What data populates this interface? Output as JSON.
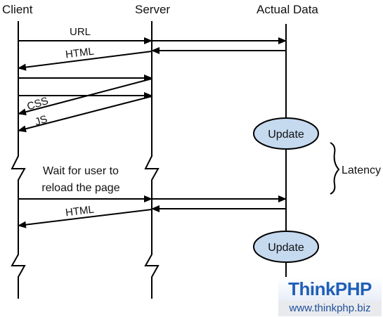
{
  "columns": {
    "client": "Client",
    "server": "Server",
    "actual_data": "Actual Data"
  },
  "messages": {
    "url": "URL",
    "html_1": "HTML",
    "css": "CSS",
    "js": "JS",
    "wait_line1": "Wait for user to",
    "wait_line2": "reload the page",
    "html_2": "HTML"
  },
  "update_nodes": [
    "Update",
    "Update"
  ],
  "latency_label": "Latency",
  "watermark": {
    "title": "ThinkPHP",
    "url": "www.thinkphp.biz"
  },
  "colors": {
    "update_fill": "#c5d9ef",
    "line": "#000000",
    "watermark_blue": "#1f5fb8"
  }
}
